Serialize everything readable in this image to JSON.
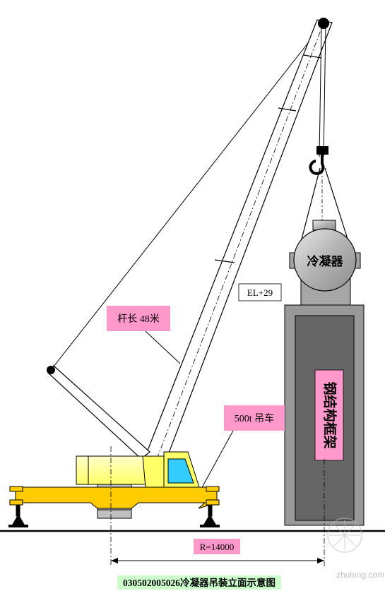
{
  "labels": {
    "boom_length": "杆长 48米",
    "crane": "500t 吊车",
    "elevation": "EL+29",
    "vessel": "冷凝器",
    "frame": "钢结构框架",
    "radius": "R=14000",
    "caption": "030502005026冷凝器吊装立面示意图",
    "watermark": "zhulong.com"
  },
  "colors": {
    "label_bg": "#ff99cc",
    "crane_body": "#ffff99",
    "crane_base": "#ffcc00",
    "cab_window": "#33ccff",
    "frame_outer": "#999999",
    "frame_inner": "#666666",
    "vessel": "#a6a6a6",
    "caption_bg": "#ccffcc",
    "ground": "#000000"
  },
  "icons": [
    "pulley-icon",
    "hook-icon",
    "support-foot-icon",
    "watermark-logo-icon"
  ]
}
